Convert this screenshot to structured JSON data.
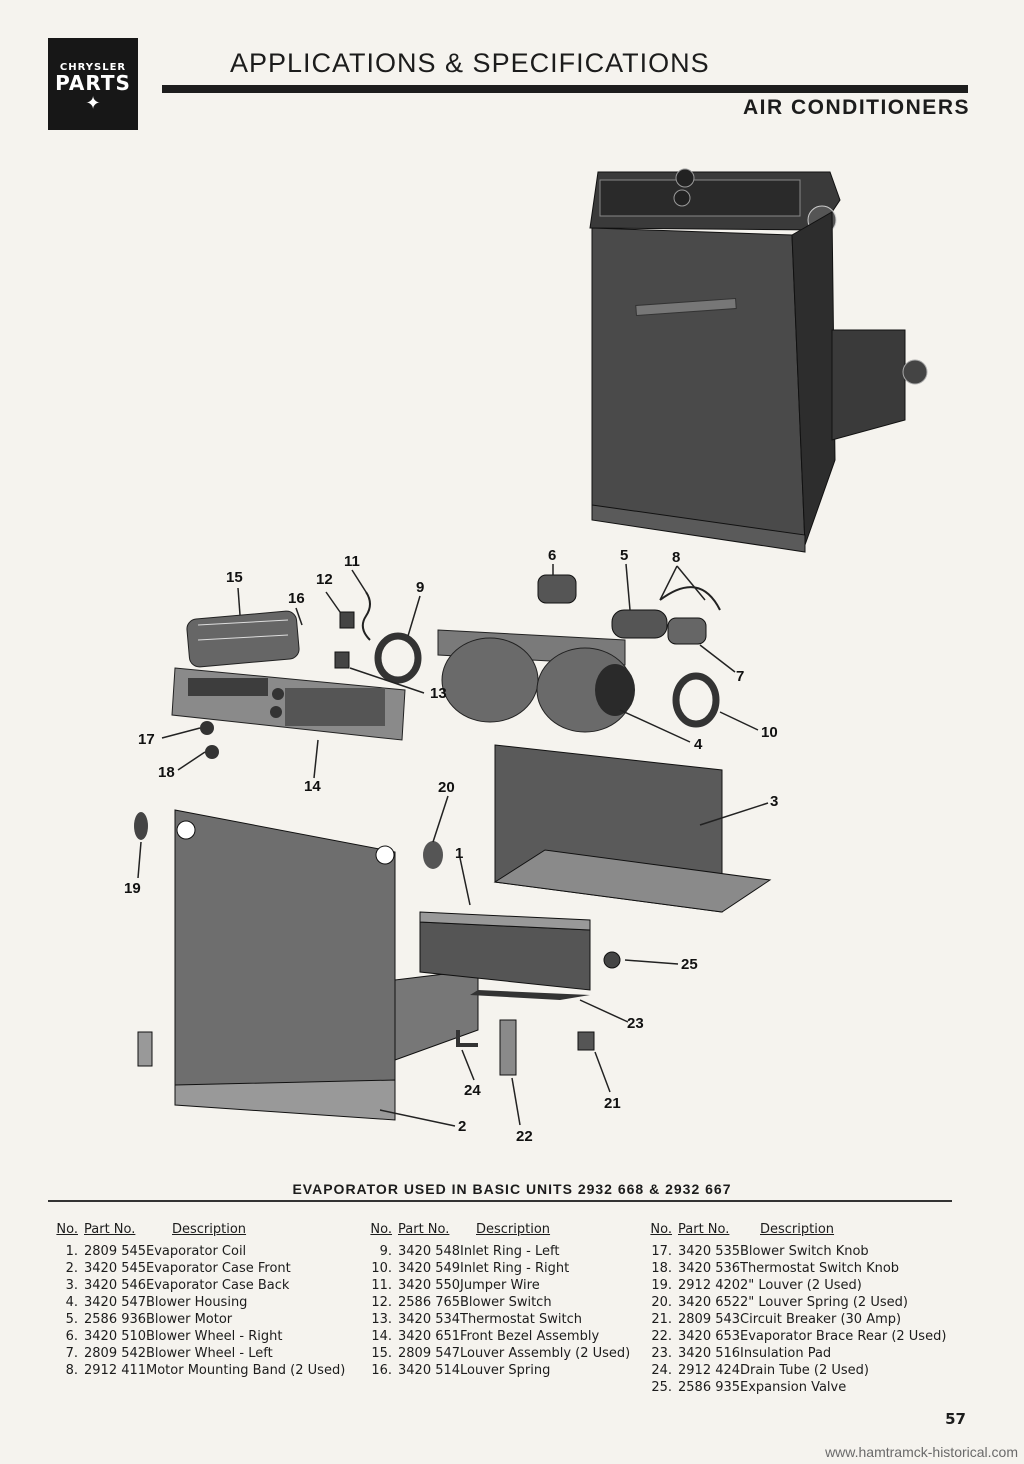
{
  "header": {
    "logo_brand": "CHRYSLER",
    "logo_parts": "PARTS",
    "title": "APPLICATIONS & SPECIFICATIONS",
    "subtitle": "AIR CONDITIONERS"
  },
  "diagram": {
    "callouts": [
      "15",
      "11",
      "12",
      "16",
      "9",
      "6",
      "5",
      "8",
      "7",
      "13",
      "17",
      "18",
      "14",
      "4",
      "10",
      "3",
      "20",
      "19",
      "1",
      "25",
      "23",
      "24",
      "21",
      "2",
      "22"
    ]
  },
  "caption": "EVAPORATOR USED IN BASIC UNITS 2932 668 & 2932 667",
  "parts_headers": {
    "no": "No.",
    "part_no": "Part No.",
    "description": "Description"
  },
  "parts": [
    {
      "no": "1.",
      "part_no": "2809 545",
      "description": "Evaporator Coil"
    },
    {
      "no": "2.",
      "part_no": "3420 545",
      "description": "Evaporator Case Front"
    },
    {
      "no": "3.",
      "part_no": "3420 546",
      "description": "Evaporator Case Back"
    },
    {
      "no": "4.",
      "part_no": "3420 547",
      "description": "Blower Housing"
    },
    {
      "no": "5.",
      "part_no": "2586 936",
      "description": "Blower Motor"
    },
    {
      "no": "6.",
      "part_no": "3420 510",
      "description": "Blower Wheel - Right"
    },
    {
      "no": "7.",
      "part_no": "2809 542",
      "description": "Blower Wheel - Left"
    },
    {
      "no": "8.",
      "part_no": "2912 411",
      "description": "Motor Mounting Band (2 Used)"
    },
    {
      "no": "9.",
      "part_no": "3420 548",
      "description": "Inlet Ring - Left"
    },
    {
      "no": "10.",
      "part_no": "3420 549",
      "description": "Inlet Ring - Right"
    },
    {
      "no": "11.",
      "part_no": "3420 550",
      "description": "Jumper Wire"
    },
    {
      "no": "12.",
      "part_no": "2586 765",
      "description": "Blower Switch"
    },
    {
      "no": "13.",
      "part_no": "3420 534",
      "description": "Thermostat Switch"
    },
    {
      "no": "14.",
      "part_no": "3420 651",
      "description": "Front Bezel Assembly"
    },
    {
      "no": "15.",
      "part_no": "2809 547",
      "description": "Louver Assembly (2 Used)"
    },
    {
      "no": "16.",
      "part_no": "3420 514",
      "description": "Louver Spring"
    },
    {
      "no": "17.",
      "part_no": "3420 535",
      "description": "Blower Switch Knob"
    },
    {
      "no": "18.",
      "part_no": "3420 536",
      "description": "Thermostat Switch Knob"
    },
    {
      "no": "19.",
      "part_no": "2912 420",
      "description": "2\" Louver (2 Used)"
    },
    {
      "no": "20.",
      "part_no": "3420 652",
      "description": "2\" Louver Spring (2 Used)"
    },
    {
      "no": "21.",
      "part_no": "2809 543",
      "description": "Circuit Breaker (30 Amp)"
    },
    {
      "no": "22.",
      "part_no": "3420 653",
      "description": "Evaporator Brace Rear (2 Used)"
    },
    {
      "no": "23.",
      "part_no": "3420 516",
      "description": "Insulation Pad"
    },
    {
      "no": "24.",
      "part_no": "2912 424",
      "description": "Drain Tube (2 Used)"
    },
    {
      "no": "25.",
      "part_no": "2586 935",
      "description": "Expansion Valve"
    }
  ],
  "page_number": "57",
  "watermark": "www.hamtramck-historical.com"
}
